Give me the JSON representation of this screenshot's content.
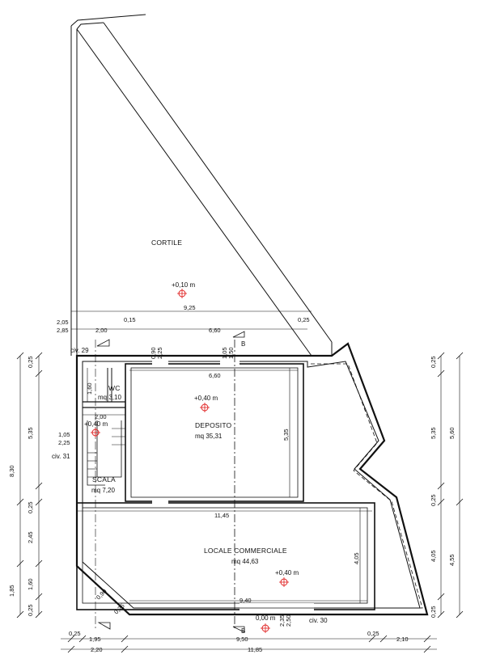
{
  "rooms": {
    "cortile": "CORTILE",
    "wc": "WC",
    "wc_area": "mq 3,10",
    "deposito": "DEPOSITO",
    "deposito_area": "mq 35,31",
    "scala": "SCALA",
    "scala_area": "mq 7,20",
    "locale": "LOCALE COMMERCIALE",
    "locale_area": "mq 44,63"
  },
  "levels": {
    "cortile": "+0,10 m",
    "deposito": "+0,40 m",
    "scala": "+0,40 m",
    "locale": "+0,40 m",
    "street": "0,00 m"
  },
  "civics": {
    "civ29": "civ. 29",
    "civ31": "civ. 31",
    "civ30": "civ. 30"
  },
  "section_marks": {
    "top": "B",
    "bottom": "B"
  },
  "dims": {
    "cortile_width": "9,25",
    "d205": "2,05",
    "d285": "2,85",
    "d200_top": "2,00",
    "d015": "0,15",
    "d660_top": "6,60",
    "d025_cortile": "0,25",
    "d090": "0,90",
    "d225_top": "2,25",
    "d105_top": "1,05",
    "d150": "1,50",
    "d660_dep": "6,60",
    "d160_wc": "1,60",
    "d200_mid": "2,00",
    "d105_side": "1,05",
    "d225_side": "2,25",
    "d535_dep": "5,35",
    "d1145": "11,45",
    "d405_loc": "4,05",
    "d940": "9,40",
    "d235": "2,35",
    "d250": "2,50",
    "d090_corner": "0,90",
    "d025_corner": "0,25",
    "left_025a": "0,25",
    "left_535": "5,35",
    "left_830": "8,30",
    "left_025b": "0,25",
    "left_245": "2,45",
    "left_185": "1,85",
    "left_160": "1,60",
    "left_025c": "0,25",
    "right_025a": "0,25",
    "right_535": "5,35",
    "right_560": "5,60",
    "right_025b": "0,25",
    "right_405": "4,05",
    "right_455": "4,55",
    "right_025c": "0,25",
    "bottom_025a": "0,25",
    "bottom_195": "1,95",
    "bottom_950": "9,50",
    "bottom_025b": "0,25",
    "bottom_210": "2,10",
    "bottom_220": "2,20",
    "bottom_1185": "11,85"
  },
  "colors": {
    "level_marker": "#e02020",
    "lines": "#111111"
  }
}
